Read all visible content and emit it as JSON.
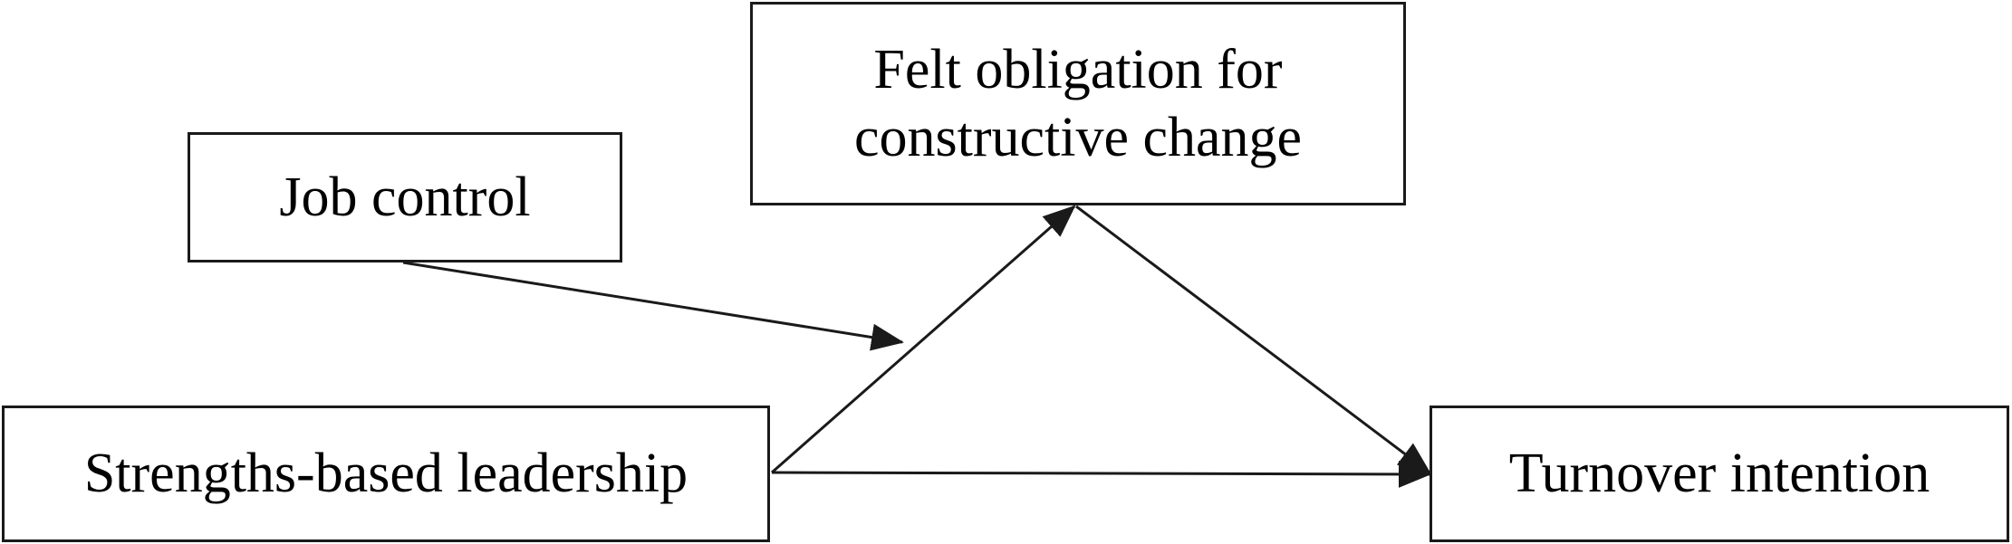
{
  "diagram": {
    "nodes": {
      "felt_obligation": {
        "line1": "Felt obligation for",
        "line2": "constructive change"
      },
      "job_control": {
        "label": "Job control"
      },
      "strengths_based_leadership": {
        "label": "Strengths-based leadership"
      },
      "turnover_intention": {
        "label": "Turnover intention"
      }
    },
    "edges": [
      {
        "from": "Strengths-based leadership",
        "to": "Felt obligation for constructive change"
      },
      {
        "from": "Felt obligation for constructive change",
        "to": "Turnover intention"
      },
      {
        "from": "Strengths-based leadership",
        "to": "Turnover intention"
      },
      {
        "from": "Job control",
        "to": "Strengths-based leadership → Felt obligation for constructive change"
      }
    ],
    "colors": {
      "stroke": "#1a1a1a",
      "background": "#ffffff"
    }
  }
}
